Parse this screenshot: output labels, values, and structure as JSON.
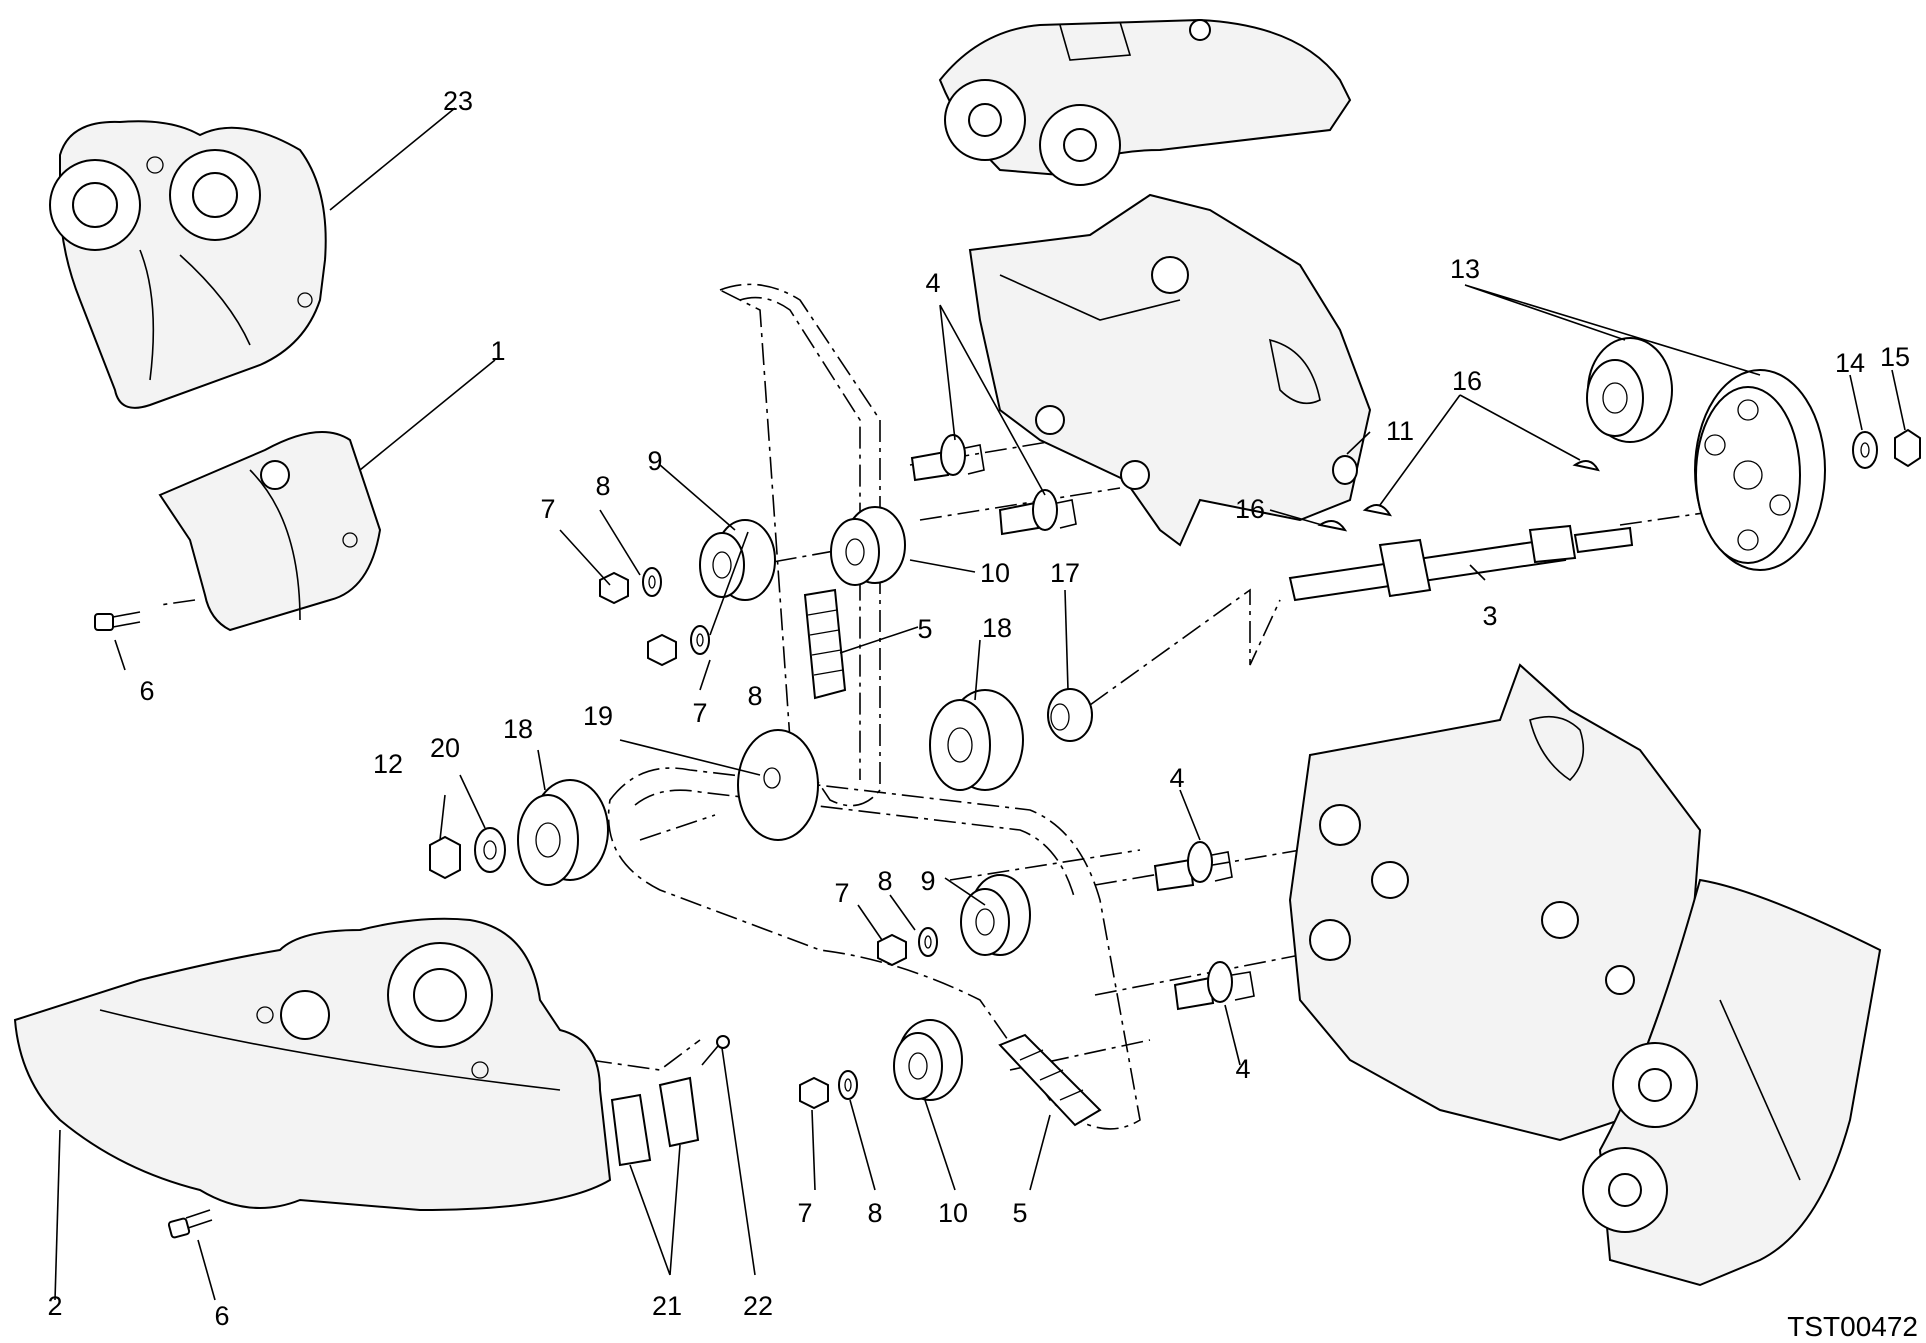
{
  "diagram": {
    "code": "TST00472",
    "callouts": {
      "c1": "1",
      "c2": "2",
      "c3": "3",
      "c4a": "4",
      "c4b": "4",
      "c4c": "4",
      "c5a": "5",
      "c5b": "5",
      "c6a": "6",
      "c6b": "6",
      "c7a": "7",
      "c7b": "7",
      "c7c": "7",
      "c7d": "7",
      "c8a": "8",
      "c8b": "8",
      "c8c": "8",
      "c8d": "8",
      "c9a": "9",
      "c9b": "9",
      "c10a": "10",
      "c10b": "10",
      "c11": "11",
      "c12": "12",
      "c13": "13",
      "c14": "14",
      "c15": "15",
      "c16a": "16",
      "c16b": "16",
      "c17": "17",
      "c18a": "18",
      "c18b": "18",
      "c19": "19",
      "c20": "20",
      "c21": "21",
      "c22": "22",
      "c23": "23"
    }
  }
}
